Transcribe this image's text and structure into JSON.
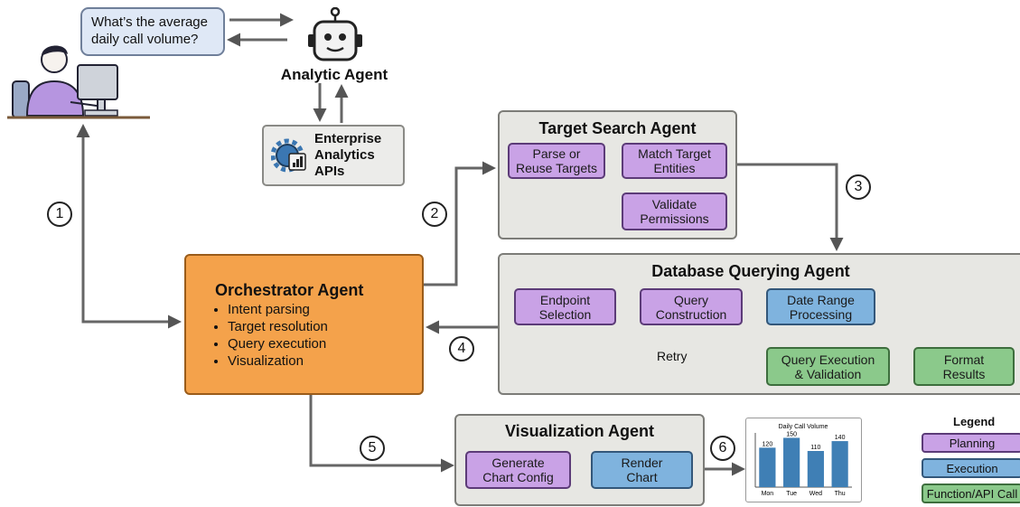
{
  "user": {
    "question": "What’s the average daily call volume?"
  },
  "analytic_agent": {
    "title": "Analytic Agent"
  },
  "enterprise_apis": {
    "label": "Enterprise\nAnalytics\nAPIs"
  },
  "steps": [
    "1",
    "2",
    "3",
    "4",
    "5",
    "6"
  ],
  "target_search": {
    "title": "Target Search Agent",
    "parse": "Parse or\nReuse Targets",
    "match": "Match Target\nEntities",
    "validate": "Validate\nPermissions"
  },
  "orchestrator": {
    "title": "Orchestrator Agent",
    "items": [
      "Intent parsing",
      "Target resolution",
      "Query execution",
      "Visualization"
    ]
  },
  "db_query": {
    "title": "Database Querying Agent",
    "endpoint": "Endpoint\nSelection",
    "construction": "Query\nConstruction",
    "daterange": "Date Range\nProcessing",
    "execution": "Query Execution\n& Validation",
    "format": "Format\nResults",
    "retry": "Retry"
  },
  "visualization": {
    "title": "Visualization Agent",
    "generate": "Generate\nChart Config",
    "render": "Render\nChart"
  },
  "chart_data": {
    "type": "bar",
    "title": "Daily Call Volume",
    "categories": [
      "Mon",
      "Tue",
      "Wed",
      "Thu"
    ],
    "values": [
      120,
      150,
      110,
      140
    ],
    "ylim": [
      0,
      165
    ],
    "color": "#3f7fb5",
    "grid": false,
    "legend": "none"
  },
  "legend": {
    "title": "Legend",
    "planning": "Planning",
    "execution": "Execution",
    "function": "Function/API Call"
  },
  "colors": {
    "planning": "#c9a2e6",
    "execution": "#7fb3de",
    "function": "#8bc98b",
    "orchestrator": "#f4a24b",
    "panel": "#e7e7e3"
  },
  "icons": {
    "user": "person-at-computer-icon",
    "agent": "robot-icon",
    "apis": "gear-chart-icon"
  }
}
